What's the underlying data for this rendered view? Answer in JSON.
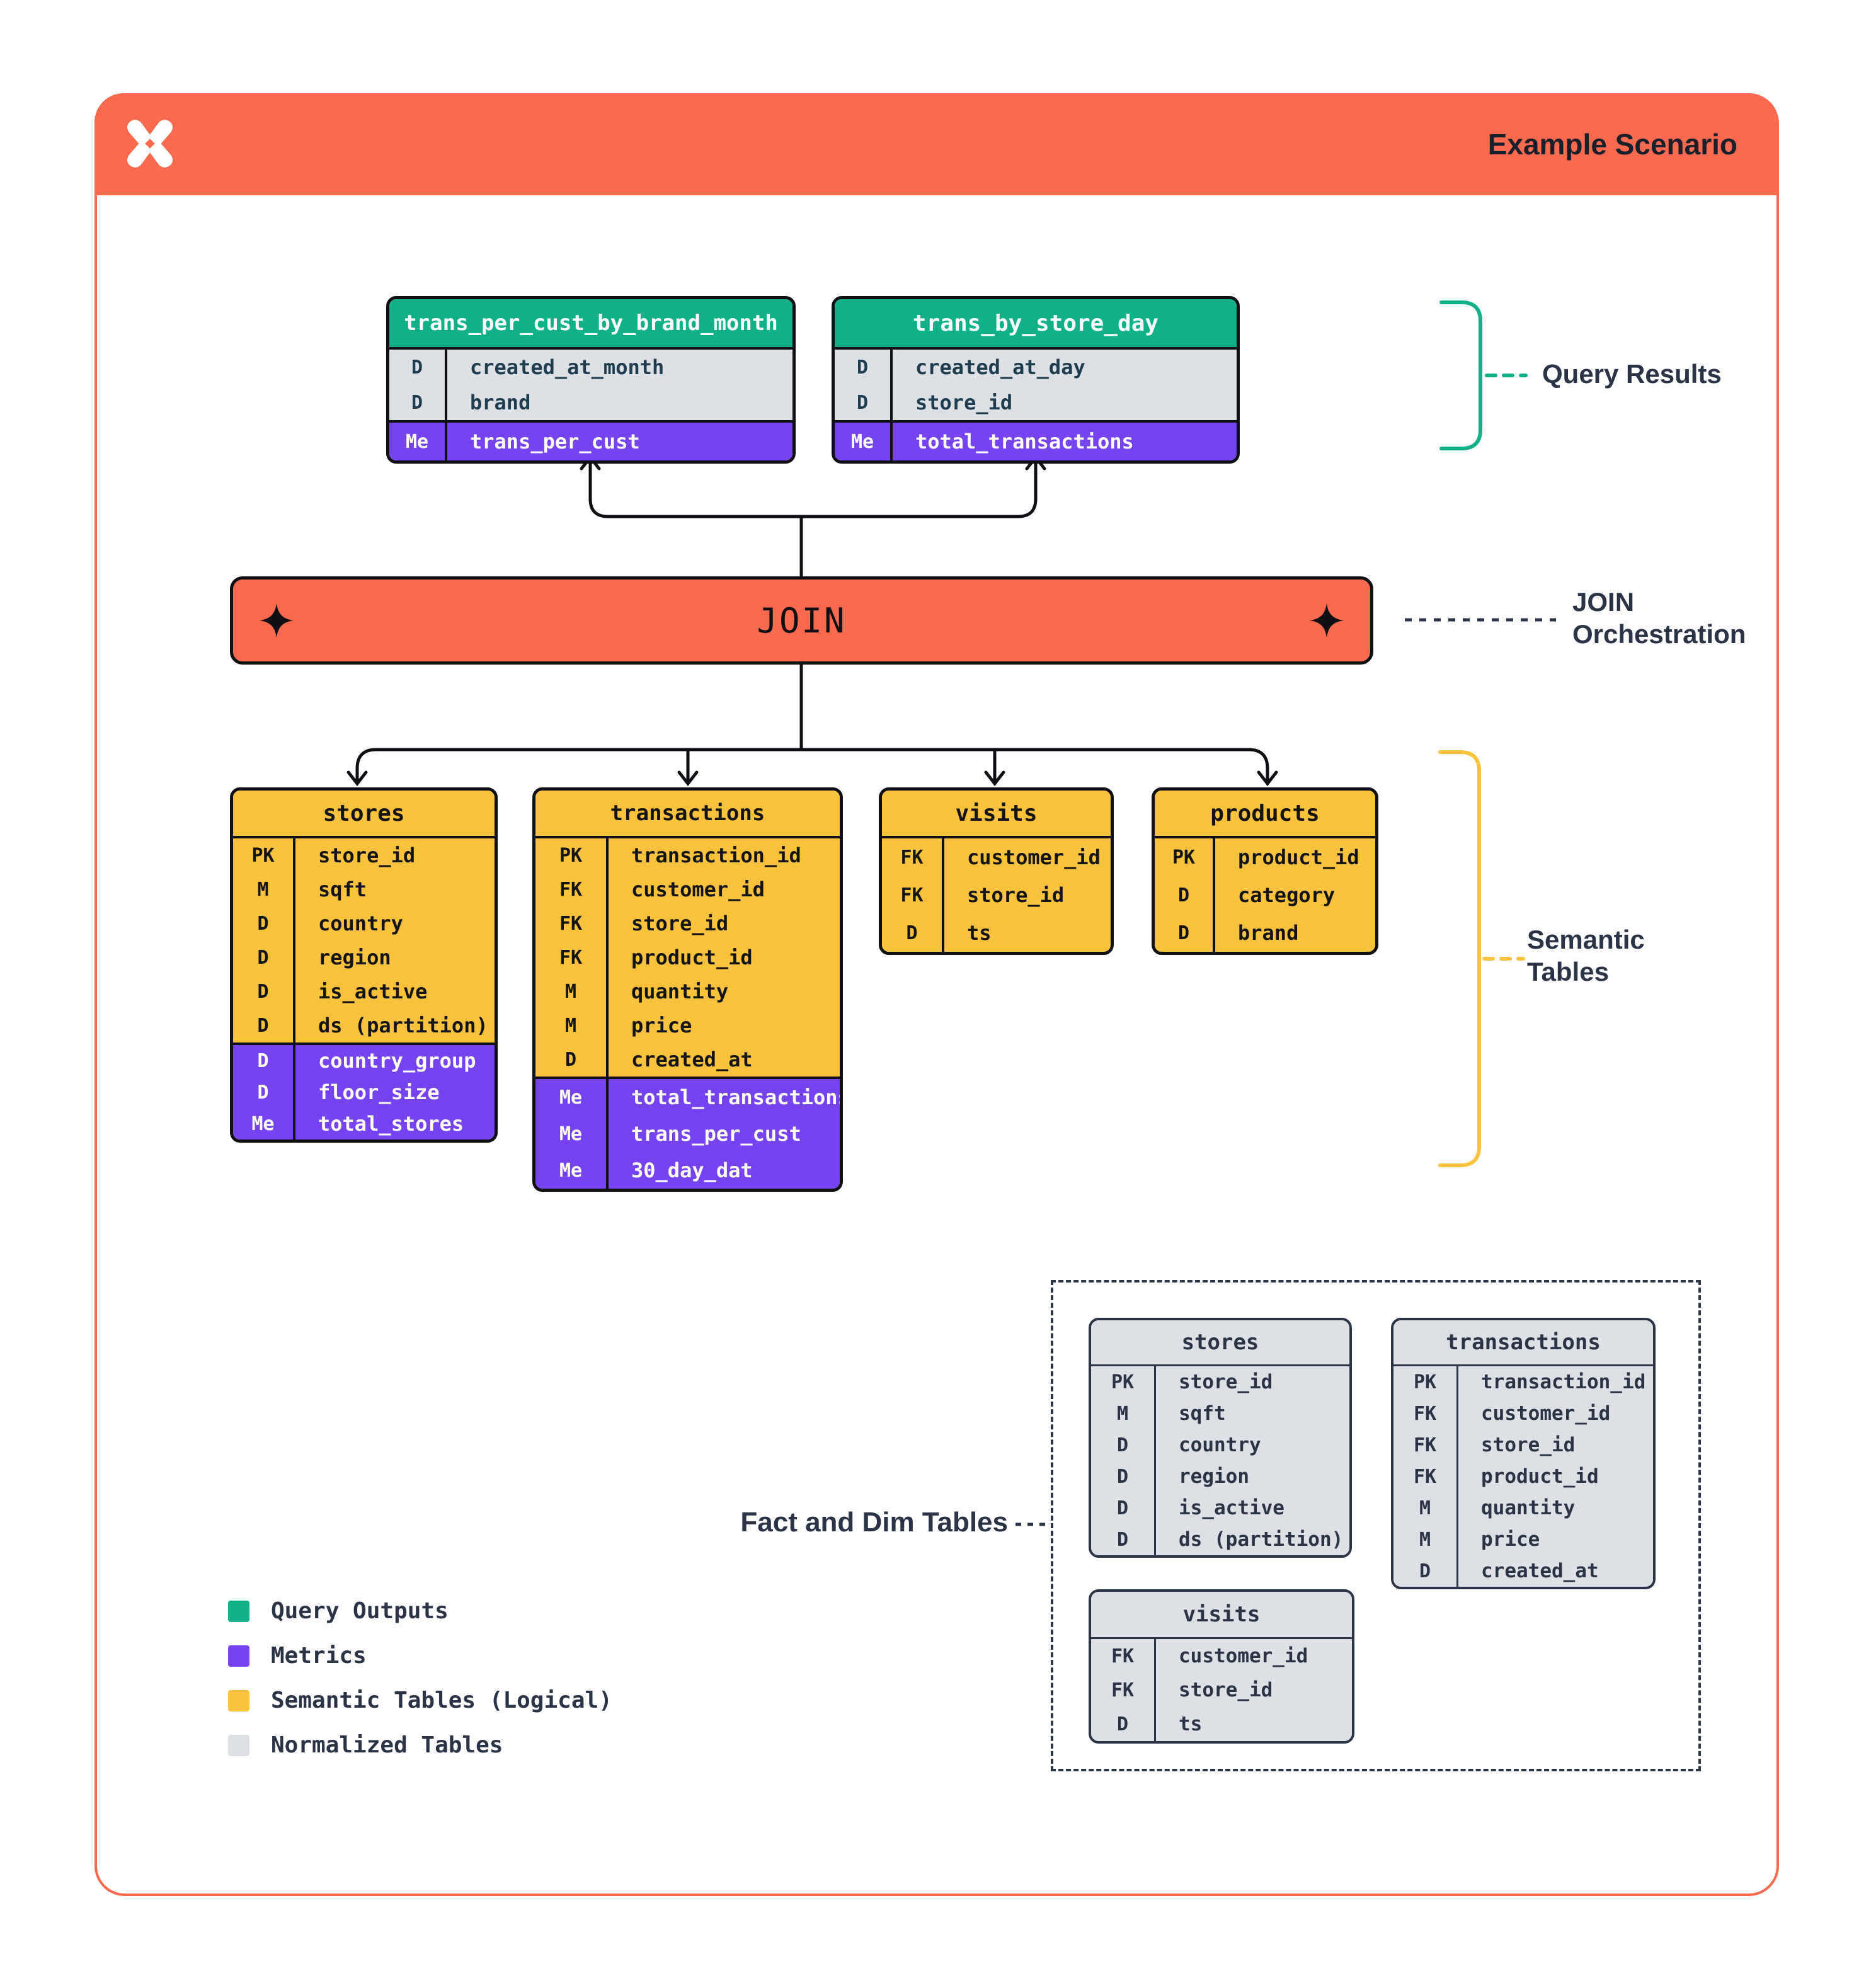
{
  "header": {
    "title": "Example Scenario",
    "logo": "dremio-x-logo"
  },
  "join": {
    "label": "JOIN"
  },
  "labels": {
    "query_results": "Query Results",
    "join_orchestration": "JOIN\nOrchestration",
    "semantic_tables": "Semantic\nTables",
    "fact_and_dim": "Fact and Dim Tables"
  },
  "colors": {
    "orange": "#FB6A4E",
    "green": "#10B189",
    "purple": "#7742F0",
    "yellow": "#FBC23E",
    "gray": "#DDE1E6",
    "navy": "#2B3347",
    "black": "#0F0F14"
  },
  "tables": [
    {
      "id": "qr1",
      "kind": "query",
      "name": "trans_per_cust_by_brand_month",
      "sections": [
        {
          "style": "dim",
          "rows": [
            [
              "D",
              "created_at_month"
            ],
            [
              "D",
              "brand"
            ]
          ]
        },
        {
          "style": "metric",
          "rows": [
            [
              "Me",
              "trans_per_cust"
            ]
          ]
        }
      ]
    },
    {
      "id": "qr2",
      "kind": "query",
      "name": "trans_by_store_day",
      "sections": [
        {
          "style": "dim",
          "rows": [
            [
              "D",
              "created_at_day"
            ],
            [
              "D",
              "store_id"
            ]
          ]
        },
        {
          "style": "metric",
          "rows": [
            [
              "Me",
              "total_transactions"
            ]
          ]
        }
      ]
    },
    {
      "id": "s-stores",
      "kind": "semantic",
      "name": "stores",
      "sections": [
        {
          "style": "dim",
          "rows": [
            [
              "PK",
              "store_id"
            ],
            [
              "M",
              "sqft"
            ],
            [
              "D",
              "country"
            ],
            [
              "D",
              "region"
            ],
            [
              "D",
              "is_active"
            ],
            [
              "D",
              "ds (partition)"
            ]
          ]
        },
        {
          "style": "metric",
          "rows": [
            [
              "D",
              "country_group"
            ],
            [
              "D",
              "floor_size"
            ],
            [
              "Me",
              "total_stores"
            ]
          ]
        }
      ]
    },
    {
      "id": "s-transactions",
      "kind": "semantic",
      "name": "transactions",
      "sections": [
        {
          "style": "dim",
          "rows": [
            [
              "PK",
              "transaction_id"
            ],
            [
              "FK",
              "customer_id"
            ],
            [
              "FK",
              "store_id"
            ],
            [
              "FK",
              "product_id"
            ],
            [
              "M",
              "quantity"
            ],
            [
              "M",
              "price"
            ],
            [
              "D",
              "created_at"
            ]
          ]
        },
        {
          "style": "metric",
          "rows": [
            [
              "Me",
              "total_transactions"
            ],
            [
              "Me",
              "trans_per_cust"
            ],
            [
              "Me",
              "30_day_dat"
            ]
          ]
        }
      ]
    },
    {
      "id": "s-visits",
      "kind": "semantic",
      "name": "visits",
      "sections": [
        {
          "style": "dim",
          "rows": [
            [
              "FK",
              "customer_id"
            ],
            [
              "FK",
              "store_id"
            ],
            [
              "D",
              "ts"
            ]
          ]
        }
      ]
    },
    {
      "id": "s-products",
      "kind": "semantic",
      "name": "products",
      "sections": [
        {
          "style": "dim",
          "rows": [
            [
              "PK",
              "product_id"
            ],
            [
              "D",
              "category"
            ],
            [
              "D",
              "brand"
            ]
          ]
        }
      ]
    },
    {
      "id": "n-stores",
      "kind": "normalized",
      "name": "stores",
      "sections": [
        {
          "style": "dim",
          "rows": [
            [
              "PK",
              "store_id"
            ],
            [
              "M",
              "sqft"
            ],
            [
              "D",
              "country"
            ],
            [
              "D",
              "region"
            ],
            [
              "D",
              "is_active"
            ],
            [
              "D",
              "ds (partition)"
            ]
          ]
        }
      ]
    },
    {
      "id": "n-transactions",
      "kind": "normalized",
      "name": "transactions",
      "sections": [
        {
          "style": "dim",
          "rows": [
            [
              "PK",
              "transaction_id"
            ],
            [
              "FK",
              "customer_id"
            ],
            [
              "FK",
              "store_id"
            ],
            [
              "FK",
              "product_id"
            ],
            [
              "M",
              "quantity"
            ],
            [
              "M",
              "price"
            ],
            [
              "D",
              "created_at"
            ]
          ]
        }
      ]
    },
    {
      "id": "n-visits",
      "kind": "normalized",
      "name": "visits",
      "sections": [
        {
          "style": "dim",
          "rows": [
            [
              "FK",
              "customer_id"
            ],
            [
              "FK",
              "store_id"
            ],
            [
              "D",
              "ts"
            ]
          ]
        }
      ]
    }
  ],
  "legend": {
    "items": [
      {
        "label": "Query Outputs",
        "swatch": "green"
      },
      {
        "label": "Metrics",
        "swatch": "purple"
      },
      {
        "label": "Semantic Tables (Logical)",
        "swatch": "yellow"
      },
      {
        "label": "Normalized Tables",
        "swatch": "gray"
      }
    ]
  }
}
